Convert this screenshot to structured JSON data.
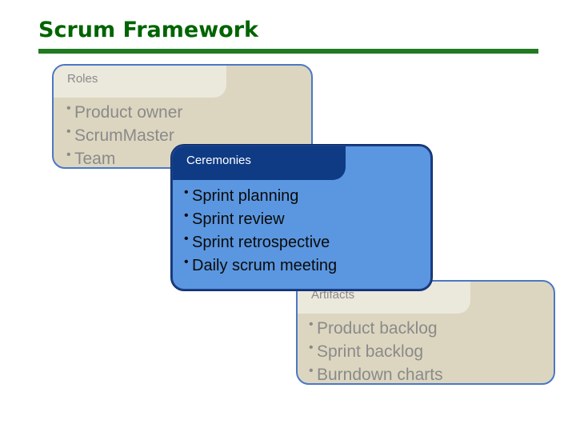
{
  "title": "Scrum Framework",
  "roles": {
    "label": "Roles",
    "items": [
      "Product owner",
      "ScrumMaster",
      "Team"
    ]
  },
  "ceremonies": {
    "label": "Ceremonies",
    "items": [
      "Sprint planning",
      "Sprint review",
      "Sprint retrospective",
      "Daily scrum meeting"
    ]
  },
  "artifacts": {
    "label": "Artifacts",
    "items": [
      "Product backlog",
      "Sprint backlog",
      "Burndown charts"
    ]
  },
  "colors": {
    "title": "#006400",
    "rule": "#217a21",
    "highlight_box": "#5b97e0",
    "highlight_tab": "#0f3b85",
    "faded_box": "#dcd6c0"
  }
}
